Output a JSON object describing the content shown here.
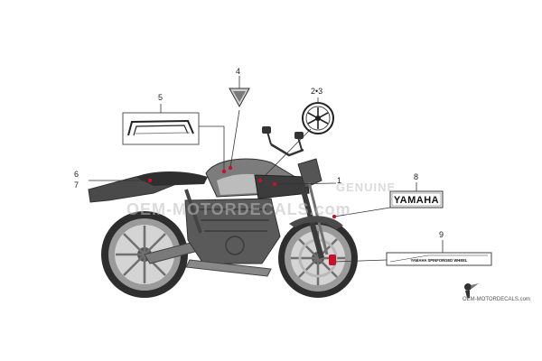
{
  "callouts": {
    "c1": "1",
    "c23": "2•3",
    "c4": "4",
    "c5": "5",
    "c6": "6",
    "c7": "7",
    "c8": "8",
    "c9": "9"
  },
  "decals": {
    "yamaha_emblem_text": "YAMAHA",
    "spinforged_text": "YAMAHA SPINFORGED WHEEL"
  },
  "watermark": {
    "main": "OEM-MOTORDECALS.com",
    "genuine": "GENUINE"
  },
  "footer": {
    "brand": "OEM-MOTORDECALS.com"
  },
  "colors": {
    "callout_line": "#333333",
    "marker": "#c8102e",
    "body_dark": "#3a3a3a",
    "body_mid": "#8a8a8a",
    "body_light": "#cfcfcf"
  }
}
